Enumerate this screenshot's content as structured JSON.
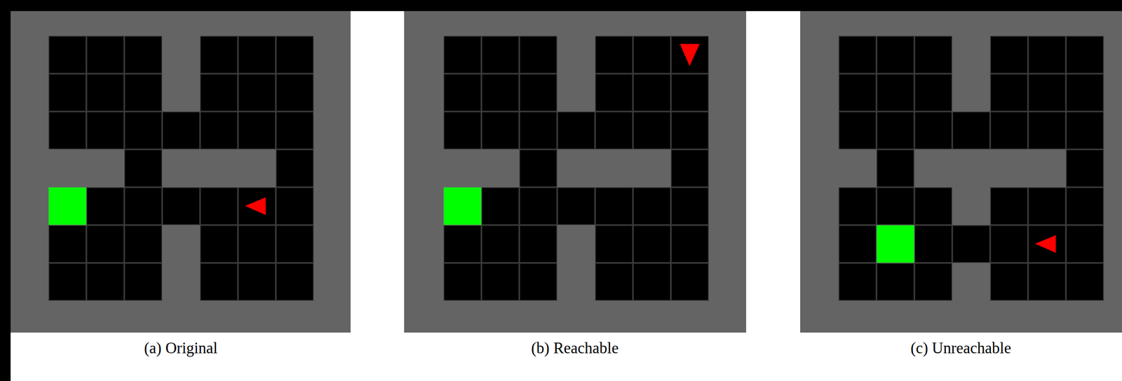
{
  "diagram": {
    "labels": [
      "(a) Original",
      "(b) Reachable",
      "(c) Unreachable"
    ]
  }
}
